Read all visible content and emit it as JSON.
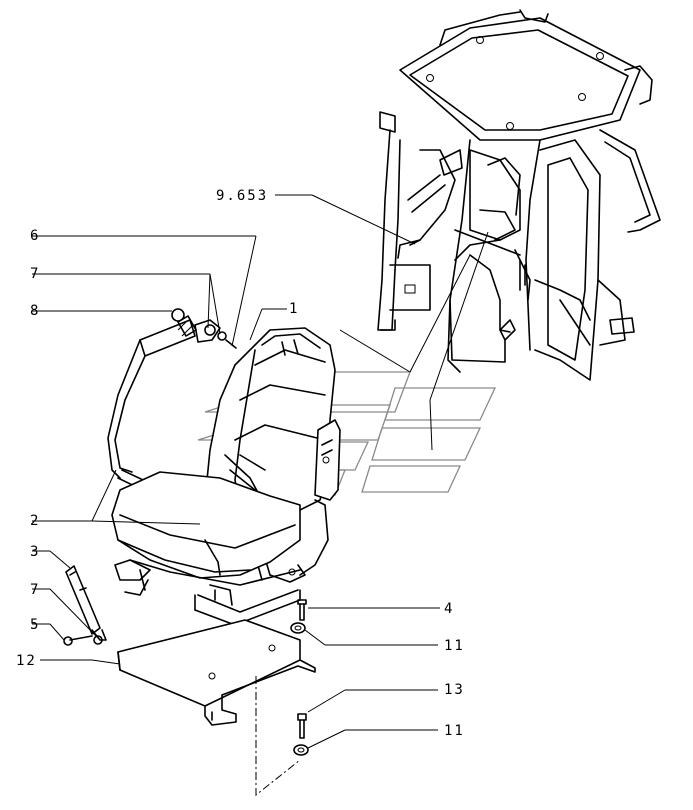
{
  "callouts": [
    {
      "id": "c-9653",
      "text": "9.653"
    },
    {
      "id": "c-6",
      "text": "6"
    },
    {
      "id": "c-7a",
      "text": "7"
    },
    {
      "id": "c-8",
      "text": "8"
    },
    {
      "id": "c-1",
      "text": "1"
    },
    {
      "id": "c-2",
      "text": "2"
    },
    {
      "id": "c-3",
      "text": "3"
    },
    {
      "id": "c-7b",
      "text": "7"
    },
    {
      "id": "c-5",
      "text": "5"
    },
    {
      "id": "c-12",
      "text": "12"
    },
    {
      "id": "c-4",
      "text": "4"
    },
    {
      "id": "c-11a",
      "text": "11"
    },
    {
      "id": "c-13",
      "text": "13"
    },
    {
      "id": "c-11b",
      "text": "11"
    }
  ]
}
